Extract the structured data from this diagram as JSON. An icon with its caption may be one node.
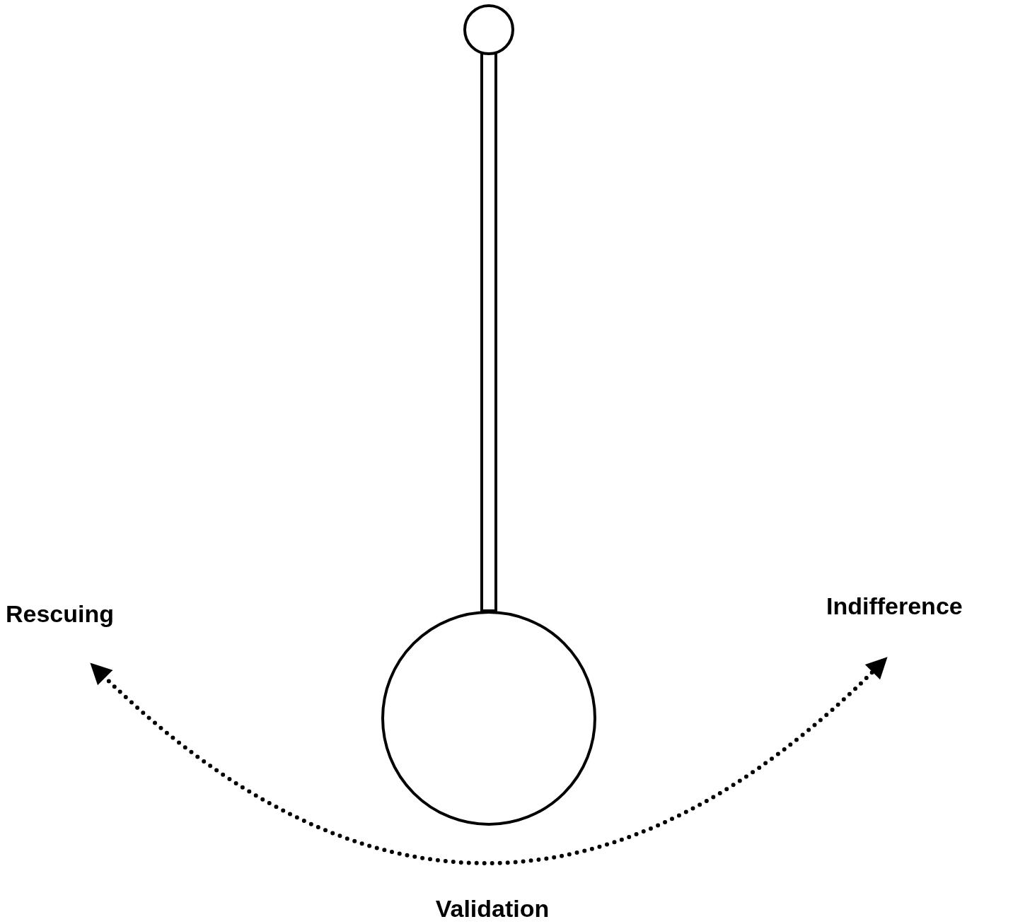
{
  "diagram": {
    "labels": [
      "Rescuing",
      "Indifference",
      "Validation"
    ]
  }
}
